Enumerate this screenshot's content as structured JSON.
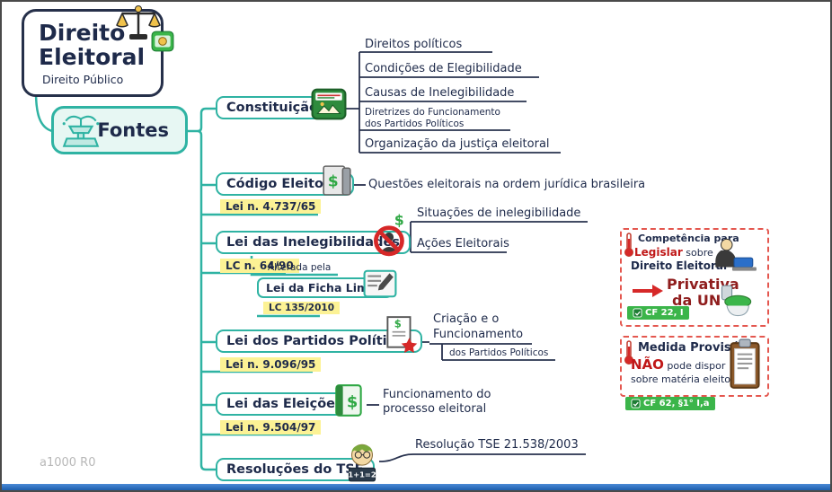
{
  "page": {
    "watermark": "a1000 R0"
  },
  "root": {
    "title": "Direito\nEleitoral",
    "subtitle": "Direito Público"
  },
  "fontes": {
    "label": "Fontes"
  },
  "branches": [
    {
      "label": "Constituição",
      "children": [
        "Direitos políticos",
        "Condições de Elegibilidade",
        "Causas de Inelegibilidade",
        "Diretrizes do Funcionamento\ndos Partidos Políticos",
        "Organização da justiça eleitoral"
      ]
    },
    {
      "label": "Código Eleitoral",
      "law": "Lei n. 4.737/65",
      "child": "Questões eleitorais na ordem jurídica brasileira"
    },
    {
      "label": "Lei das Inelegibilidades",
      "law": "LC n. 64/90",
      "children": [
        "Situações de inelegibilidade",
        "Ações Eleitorais"
      ],
      "amendment": {
        "pre": "Alterada pela",
        "label": "Lei da Ficha Limpa",
        "law": "LC 135/2010"
      }
    },
    {
      "label": "Lei dos Partidos Políticos",
      "law": "Lei n. 9.096/95",
      "child": "Criação e o\nFuncionamento",
      "child_note": "dos Partidos Políticos"
    },
    {
      "label": "Lei das Eleições",
      "law": "Lei n. 9.504/97",
      "child": "Funcionamento do\nprocesso eleitoral"
    },
    {
      "label": "Resoluções do TSE",
      "child": "Resolução TSE 21.538/2003"
    }
  ],
  "notes": [
    {
      "line1": "Competência para",
      "highlight": "Legislar",
      "line1b": "sobre",
      "line2": "Direito Eleitoral",
      "big1": "Privativa",
      "big2": "da UN",
      "badge": "CF 22, I"
    },
    {
      "title": "Medida Provisória",
      "negation": "NÃO",
      "rest": "pode dispor",
      "line2": "sobre matéria eleitoral",
      "badge": "CF 62, §1° I,a"
    }
  ],
  "icons": {
    "scales": "balance-scales",
    "money_frame": "framed-coin",
    "fountain": "fountain",
    "constitution": "green-constitution-book",
    "codigo": "ledger-dollar",
    "inelegibilidade": "person-prohibited-dollar",
    "ficha_limpa": "signed-document",
    "partidos": "document-star-dollar",
    "eleicoes": "law-book-paragraph",
    "tse": "student-calculator",
    "thermometer": "thermometer",
    "typing": "person-typing",
    "arrow": "red-arrow-right",
    "toilet": "toilet",
    "clipboard": "clipboard",
    "badge_check": "green-check"
  },
  "colors": {
    "teal": "#2fb3a3",
    "navy": "#1e2a4a",
    "yellow": "#fcf295",
    "red": "#d62828",
    "dark_red": "#8f1d1d",
    "green_badge": "#3bb54a",
    "blue_bar": "#2a6fc4"
  }
}
